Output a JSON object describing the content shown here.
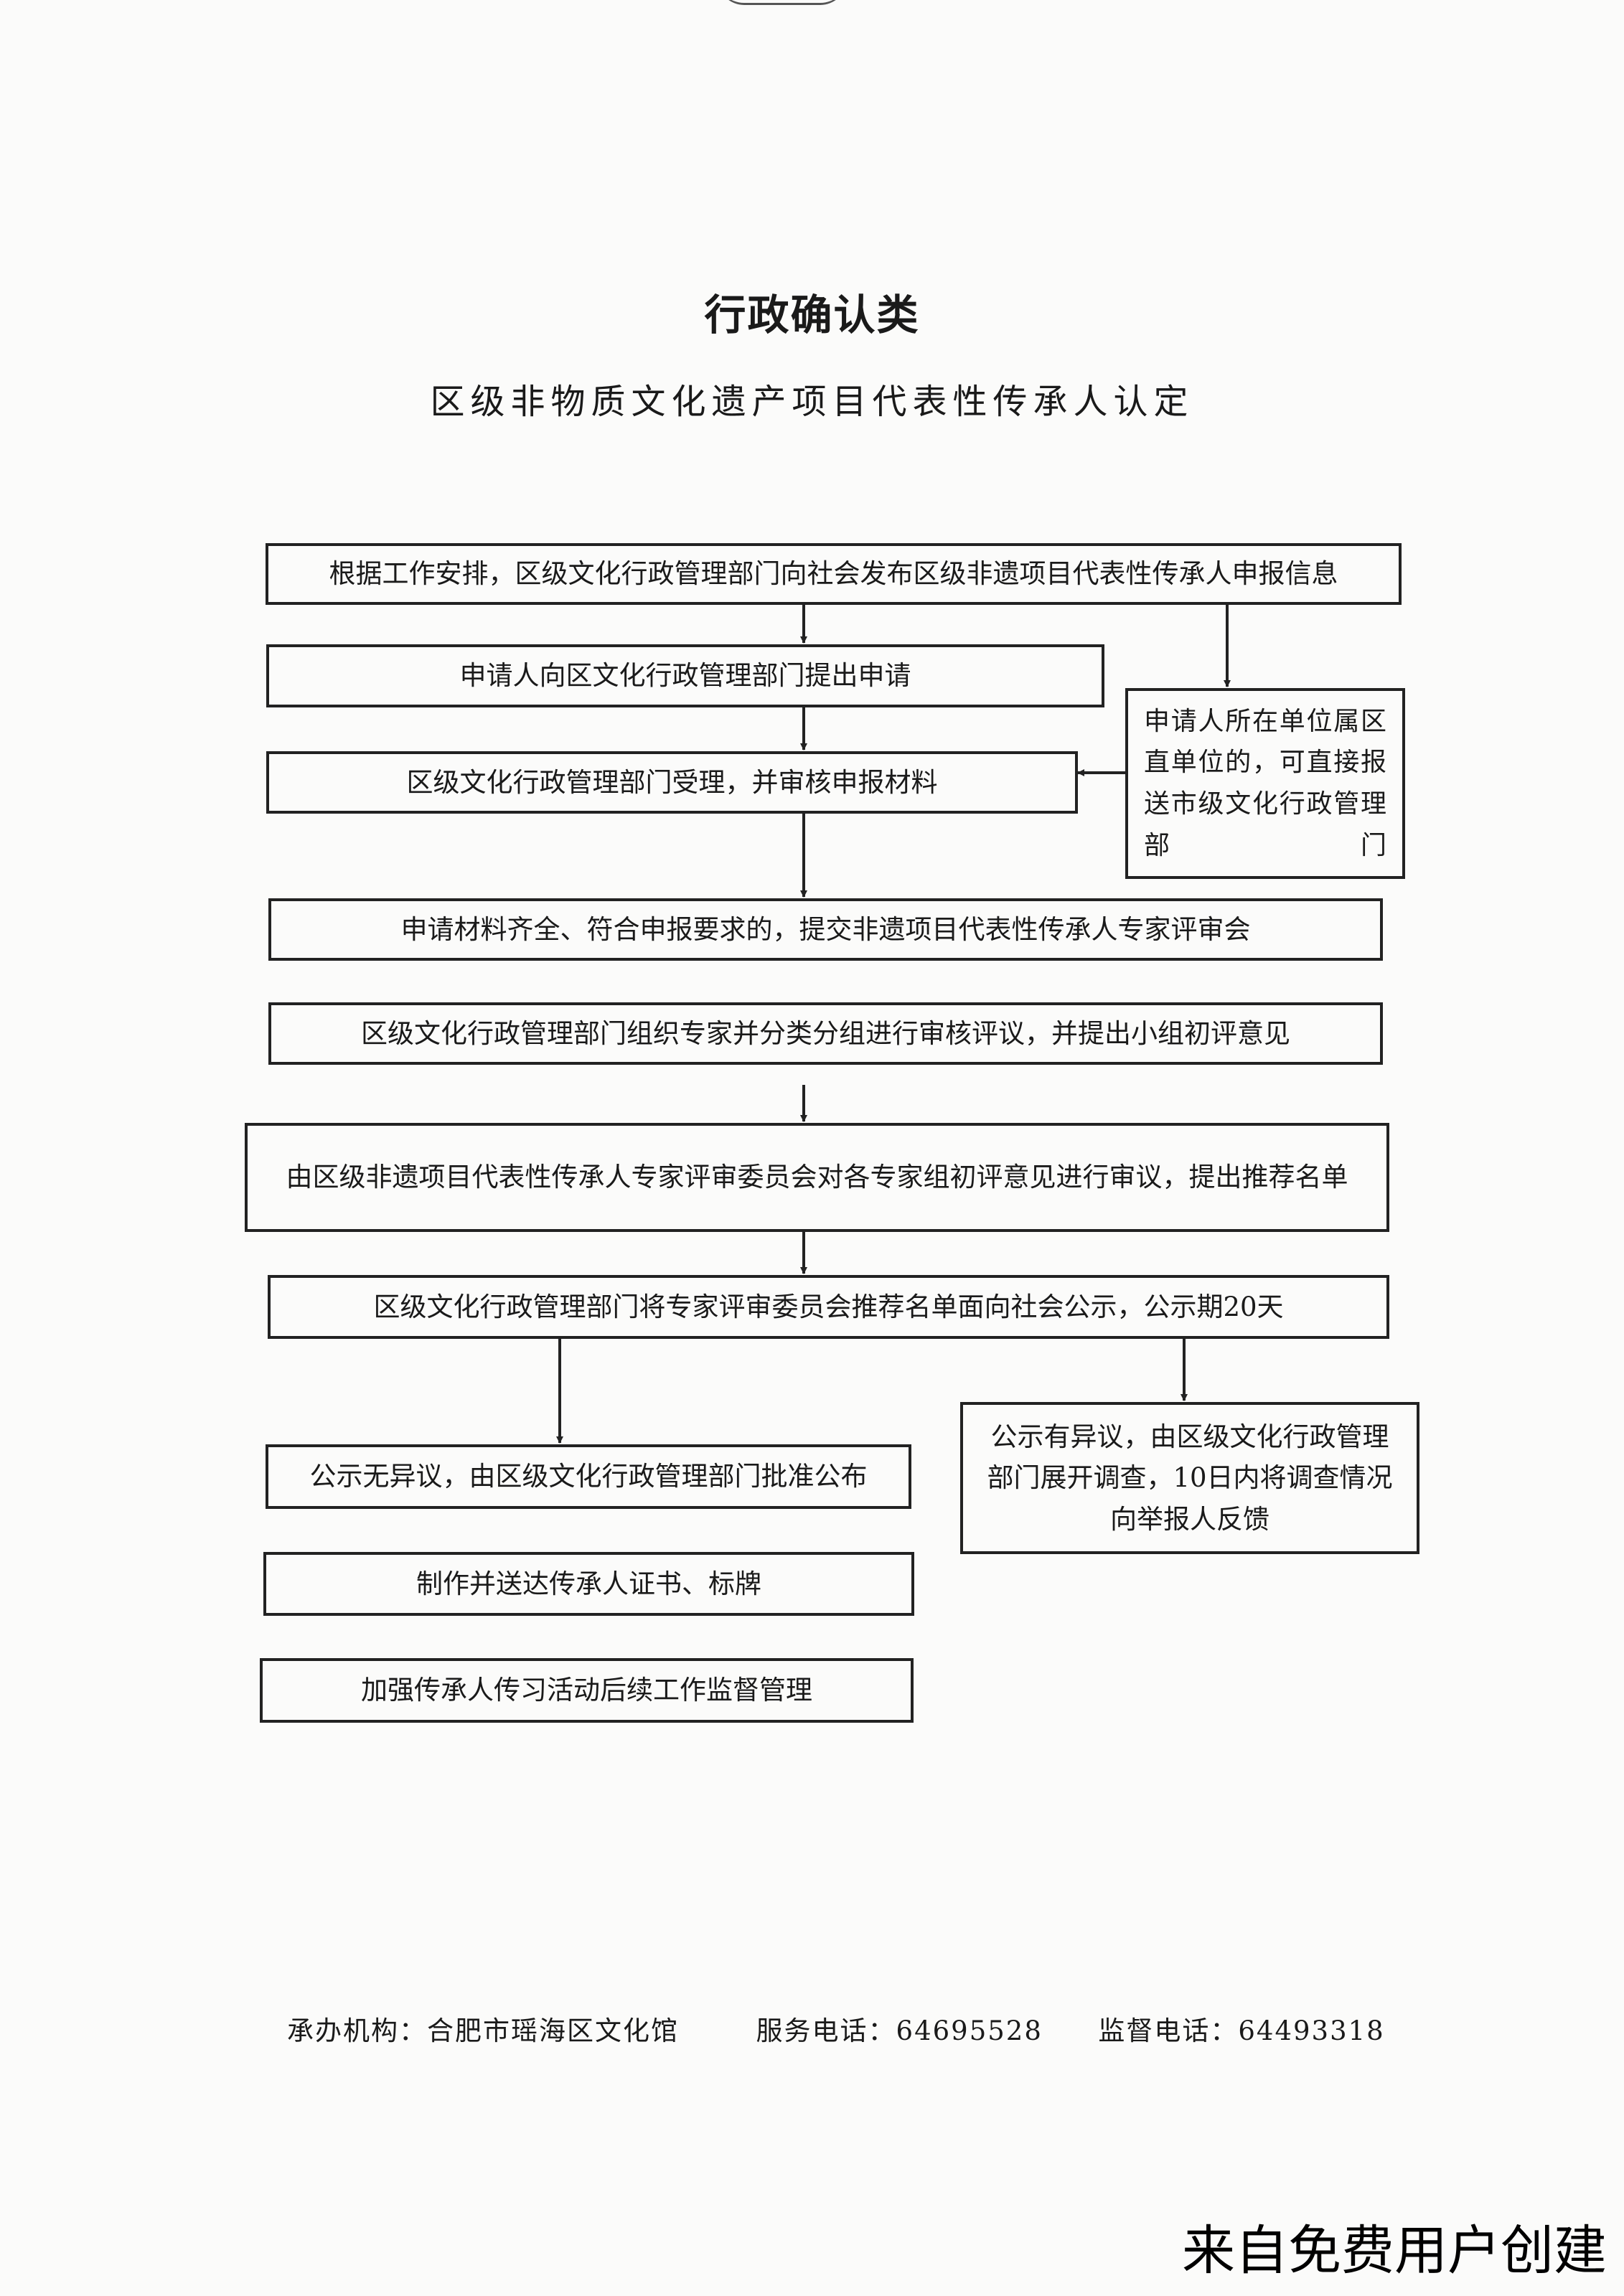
{
  "title": "行政确认类",
  "subtitle": "区级非物质文化遗产项目代表性传承人认定",
  "steps": {
    "publish": "根据工作安排，区级文化行政管理部门向社会发布区级非遗项目代表性传承人申报信息",
    "apply": "申请人向区文化行政管理部门提出申请",
    "direct_unit": "申请人所在单位属区直单位的，可直接报送市级文化行政管理部门",
    "accept": "区级文化行政管理部门受理，并审核申报材料",
    "submit_review": "申请材料齐全、符合申报要求的，提交非遗项目代表性传承人专家评审会",
    "group_review": "区级文化行政管理部门组织专家并分类分组进行审核评议，并提出小组初评意见",
    "committee_review": "由区级非遗项目代表性传承人专家评审委员会对各专家组初评意见进行审议，提出推荐名单",
    "public_notice": "区级文化行政管理部门将专家评审委员会推荐名单面向社会公示，公示期20天",
    "objection": "公示有异议，由区级文化行政管理部门展开调查，10日内将调查情况向举报人反馈",
    "no_objection": "公示无异议，由区级文化行政管理部门批准公布",
    "certificate": "制作并送达传承人证书、标牌",
    "supervise": "加强传承人传习活动后续工作监督管理"
  },
  "footer": {
    "organizer": "承办机构：合肥市瑶海区文化馆",
    "service_phone": "服务电话：64695528",
    "supervision_phone": "监督电话：64493318"
  },
  "watermark": "来自免费用户创建"
}
